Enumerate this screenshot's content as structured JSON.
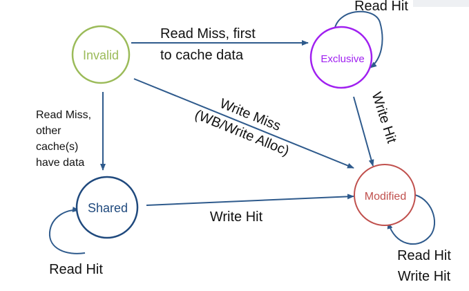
{
  "colors": {
    "invalid": "#9bbb59",
    "exclusive": "#a020f0",
    "shared": "#1f497d",
    "modified": "#c0504d",
    "arrow": "#2e5a8c",
    "text": "#111111",
    "background": "#ffffff"
  },
  "states": {
    "invalid": "Invalid",
    "exclusive": "Exclusive",
    "shared": "Shared",
    "modified": "Modified"
  },
  "transitions": {
    "invalid_to_exclusive": [
      "Read Miss, first",
      "to cache data"
    ],
    "invalid_to_shared": [
      "Read Miss,",
      "other",
      "cache(s)",
      "have data"
    ],
    "invalid_to_modified": [
      "Write Miss",
      "(WB/Write Alloc)"
    ],
    "exclusive_to_modified": "Write Hit",
    "shared_to_modified": "Write Hit",
    "exclusive_self": "Read Hit",
    "shared_self": "Read Hit",
    "modified_self": [
      "Read Hit",
      "Write Hit"
    ]
  }
}
